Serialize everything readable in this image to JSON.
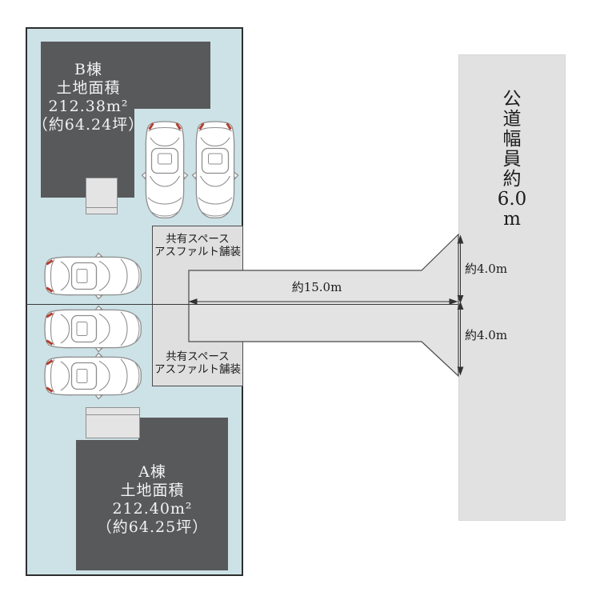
{
  "colors": {
    "plot_fill": "#cde2e6",
    "building_fill": "#58595b",
    "building_text": "#f2f2f2",
    "pavement_fill": "#e3e3e3",
    "road_fill": "#e1e1e1",
    "taillight_red": "#b2402f"
  },
  "lot_b": {
    "name": "B棟",
    "area_label": "土地面積",
    "area_m2": "212.38m²",
    "area_tsubo": "（約64.24坪）"
  },
  "lot_a": {
    "name": "A棟",
    "area_label": "土地面積",
    "area_m2": "212.40m²",
    "area_tsubo": "（約64.25坪）"
  },
  "shared_space_top": {
    "line1": "共有スペース",
    "line2": "アスファルト舗装"
  },
  "shared_space_bottom": {
    "line1": "共有スペース",
    "line2": "アスファルト舗装"
  },
  "road": {
    "label_chars": [
      "公",
      "道",
      "幅",
      "員",
      "約",
      "6.0",
      "m"
    ]
  },
  "dimensions": {
    "driveway_length": "約15.0m",
    "opening_upper": "約4.0m",
    "opening_lower": "約4.0m"
  }
}
